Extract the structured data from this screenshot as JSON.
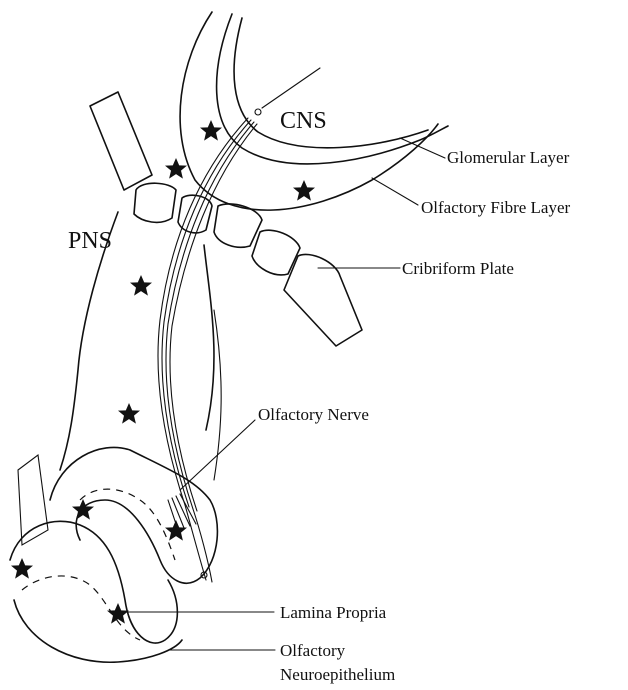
{
  "regions": {
    "cns": "CNS",
    "pns": "PNS"
  },
  "labels": {
    "glomerular_layer": "Glomerular Layer",
    "olfactory_fibre_layer": "Olfactory Fibre Layer",
    "cribriform_plate": "Cribriform Plate",
    "olfactory_nerve": "Olfactory Nerve",
    "lamina_propria": "Lamina Propria",
    "neuroepithelium_line1": "Olfactory",
    "neuroepithelium_line2": "Neuroepithelium"
  },
  "colors": {
    "ink": "#111111",
    "background": "#ffffff"
  },
  "markers": {
    "icon": "star-icon",
    "count": 9
  }
}
